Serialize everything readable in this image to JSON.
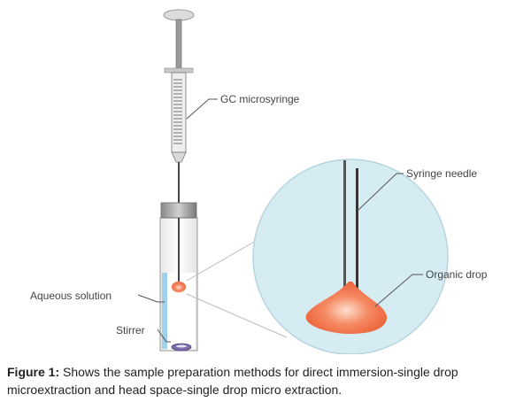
{
  "diagram": {
    "labels": {
      "gc_microsyringe": "GC microsyringe",
      "syringe_needle": "Syringe needle",
      "organic_drop": "Organic drop",
      "aqueous_solution": "Aqueous solution",
      "stirrer": "Stirrer"
    },
    "colors": {
      "magnifier_fill": "#d6ecf3",
      "solution": "#9fd1ea",
      "drop": "#f2704a",
      "stirrer_bar": "#7b6ba8"
    }
  },
  "caption": {
    "prefix": "Figure 1:",
    "text": " Shows the sample preparation methods for direct immersion-single drop microextraction and head space-single drop micro extraction."
  }
}
